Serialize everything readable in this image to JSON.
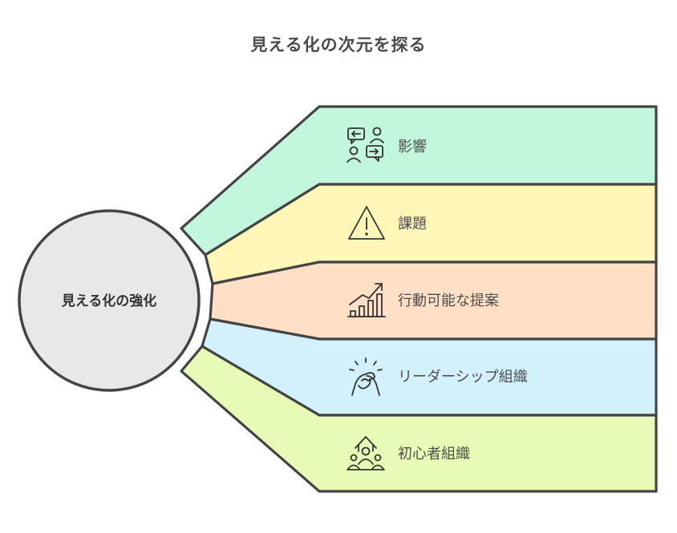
{
  "title": "見える化の次元を探る",
  "center": {
    "label": "見える化の強化",
    "color": "#e8e8e8"
  },
  "branches": [
    {
      "label": "影響",
      "icon": "communication-people-icon",
      "color": "#c3f7dd"
    },
    {
      "label": "課題",
      "icon": "warning-triangle-icon",
      "color": "#fff6b8"
    },
    {
      "label": "行動可能な提案",
      "icon": "growth-bar-chart-icon",
      "color": "#ffdfc6"
    },
    {
      "label": "リーダーシップ組織",
      "icon": "handshake-icon",
      "color": "#d2f1fd"
    },
    {
      "label": "初心者組織",
      "icon": "team-growth-icon",
      "color": "#e7fbb6"
    }
  ]
}
